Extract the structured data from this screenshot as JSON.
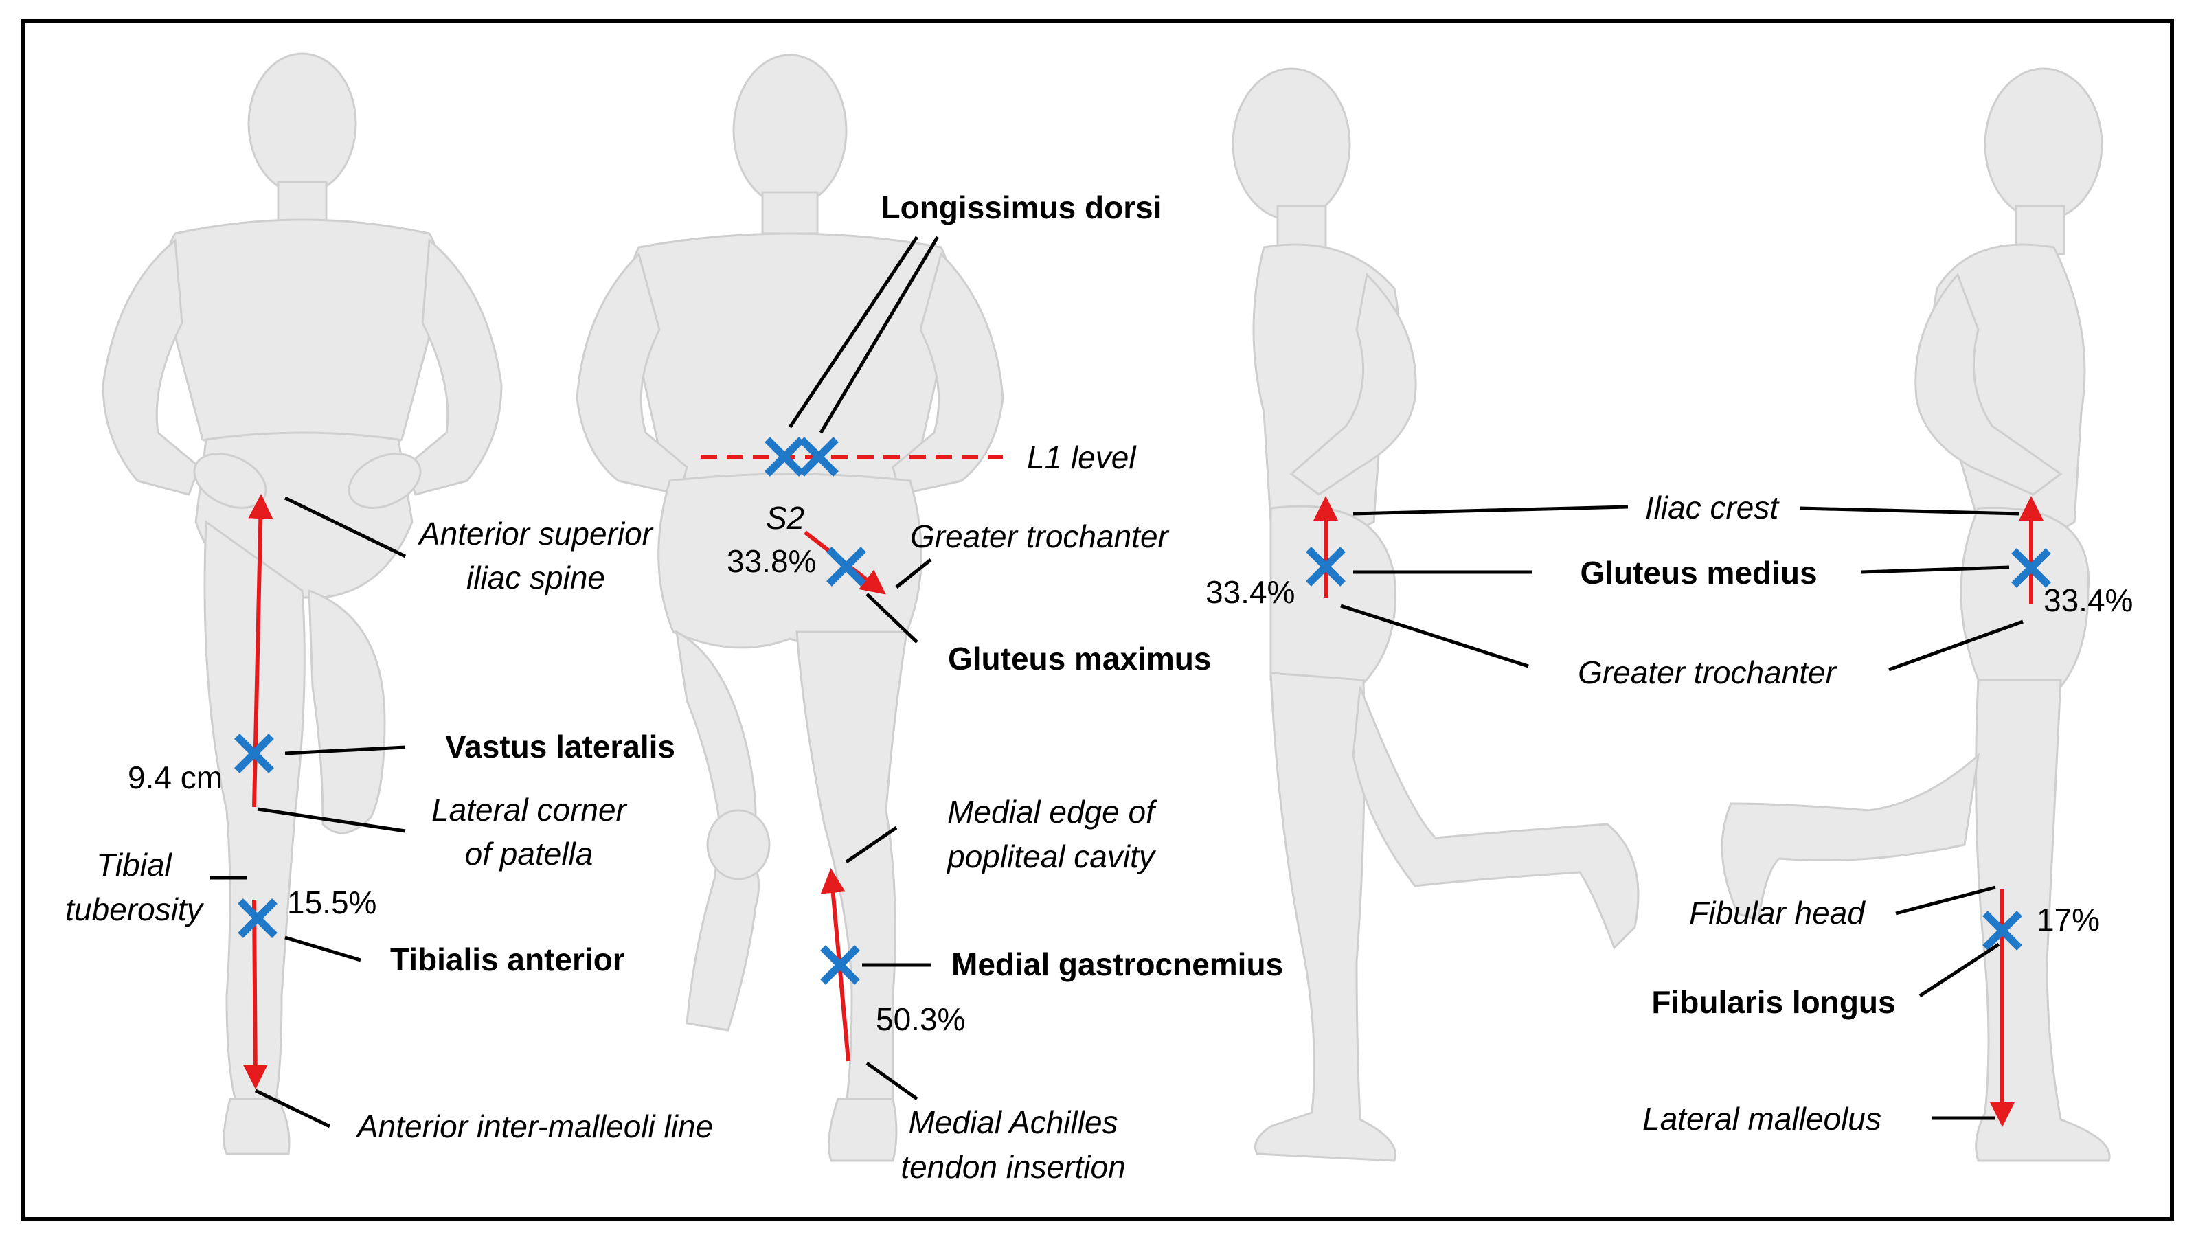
{
  "colors": {
    "measure_arrow": "#e41a1c",
    "electrode_marker": "#1f78c8",
    "leader_line": "#000000",
    "figure": "#e9e9e9"
  },
  "icons": {
    "electrode": "x-marker-icon",
    "measure": "arrow-icon"
  },
  "front": {
    "asis": [
      "Anterior superior",
      "iliac spine"
    ],
    "vastus_lateralis": "Vastus lateralis",
    "vl_distance": "9.4 cm",
    "patella": [
      "Lateral corner",
      "of patella"
    ],
    "tibial_tuberosity": [
      "Tibial",
      "tuberosity"
    ],
    "ta_percent": "15.5%",
    "tibialis_anterior": "Tibialis anterior",
    "malleoli": "Anterior inter-malleoli line"
  },
  "back": {
    "longissimus": "Longissimus dorsi",
    "l1": "L1 level",
    "s2": "S2",
    "gm_percent": "33.8%",
    "greater_trochanter": "Greater trochanter",
    "gluteus_maximus": "Gluteus maximus",
    "popliteal": [
      "Medial edge of",
      "popliteal cavity"
    ],
    "medial_gastrocnemius": "Medial gastrocnemius",
    "mg_percent": "50.3%",
    "achilles": [
      "Medial Achilles",
      "tendon insertion"
    ]
  },
  "side": {
    "iliac_crest": "Iliac crest",
    "gluteus_medius": "Gluteus medius",
    "gmed_percent_left": "33.4%",
    "gmed_percent_right": "33.4%",
    "greater_trochanter": "Greater trochanter",
    "fibular_head": "Fibular head",
    "fl_percent": "17%",
    "fibularis_longus": "Fibularis longus",
    "lateral_malleolus": "Lateral malleolus"
  }
}
